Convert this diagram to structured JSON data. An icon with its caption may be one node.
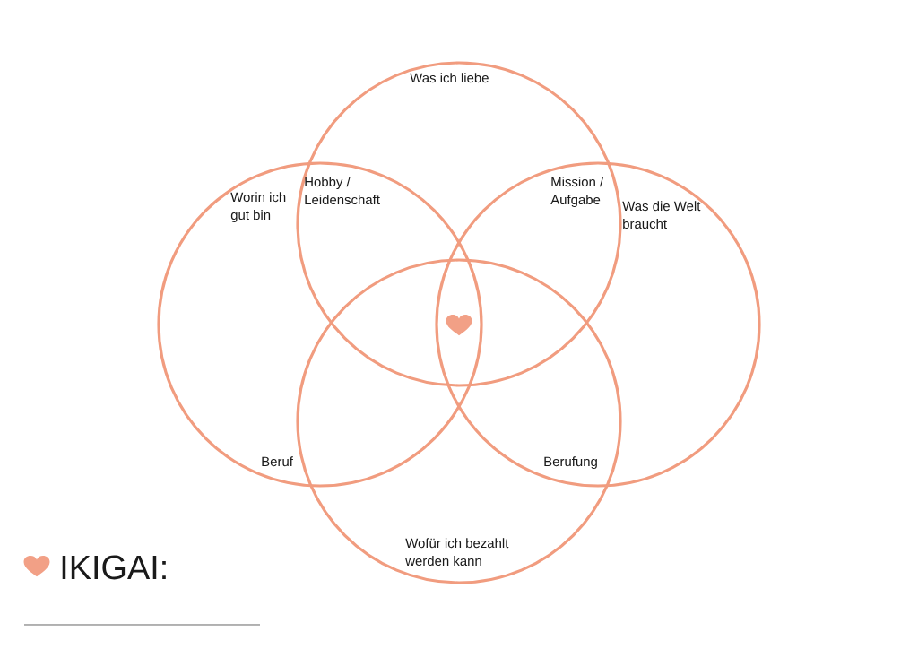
{
  "diagram": {
    "nodes": [
      {
        "text": [
          "Was ich liebe"
        ]
      },
      {
        "text": [
          "Worin ich gut bin"
        ]
      },
      {
        "text": [
          "Was die Welt braucht"
        ]
      },
      {
        "text": [
          "Wofür ich bezahlt werden kann"
        ]
      }
    ],
    "edges": [],
    "labels": [
      "Hobby / Leidenschaft",
      "Mission / Aufgabe",
      "Beruf",
      "Berufung",
      "IKIGAI:"
    ]
  }
}
